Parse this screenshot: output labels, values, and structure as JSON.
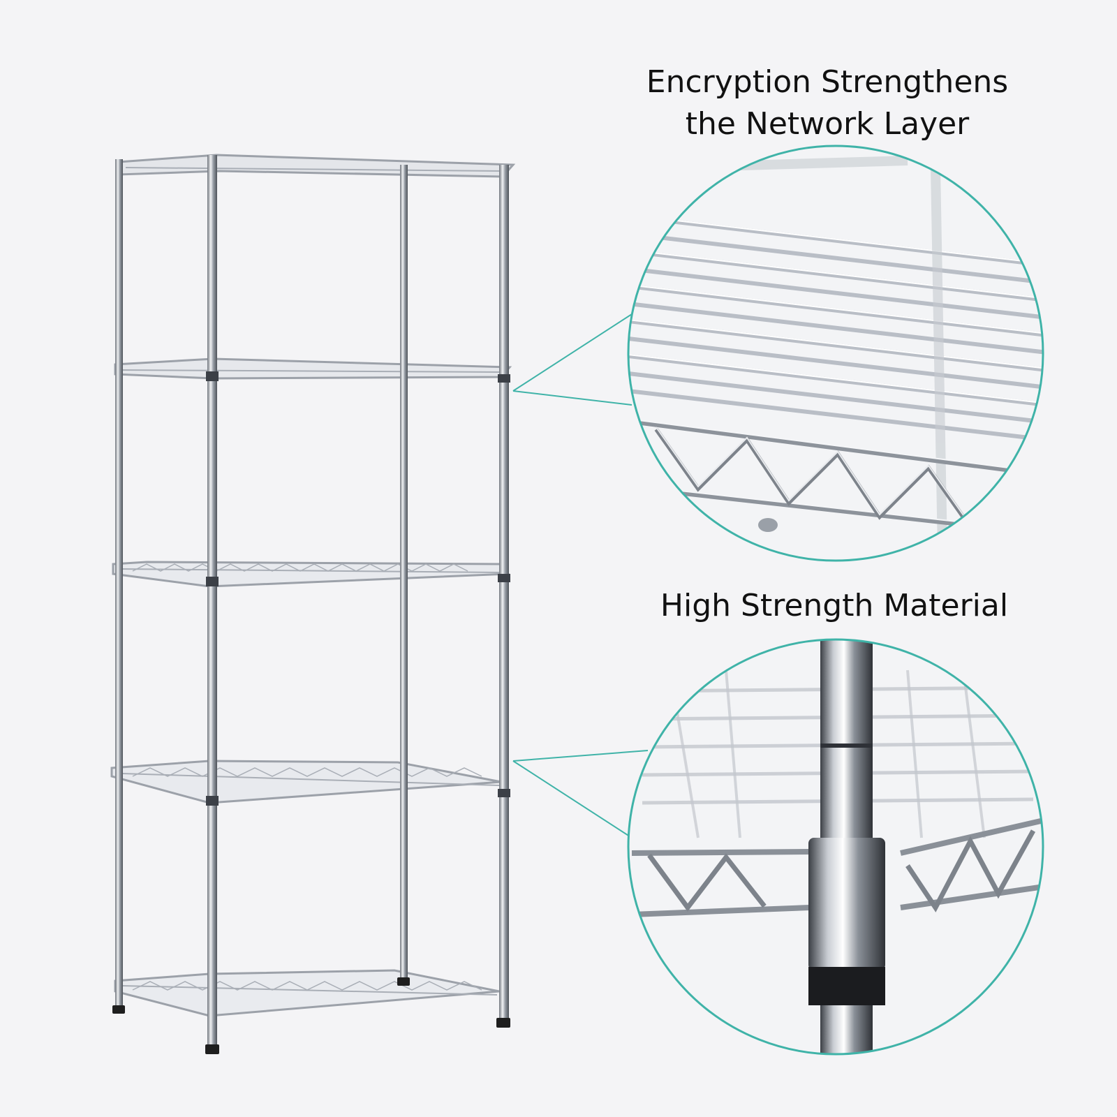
{
  "callouts": {
    "top": {
      "line1": "Encryption Strengthens",
      "line2": "the Network Layer"
    },
    "bottom": {
      "text": "High Strength Material"
    }
  },
  "colors": {
    "background": "#f4f4f6",
    "callout_ring": "#3fb3a8",
    "chrome_light": "#eceef1",
    "chrome_mid": "#b9bec6",
    "chrome_dark": "#5b6068",
    "foot": "#1e1e1e"
  }
}
